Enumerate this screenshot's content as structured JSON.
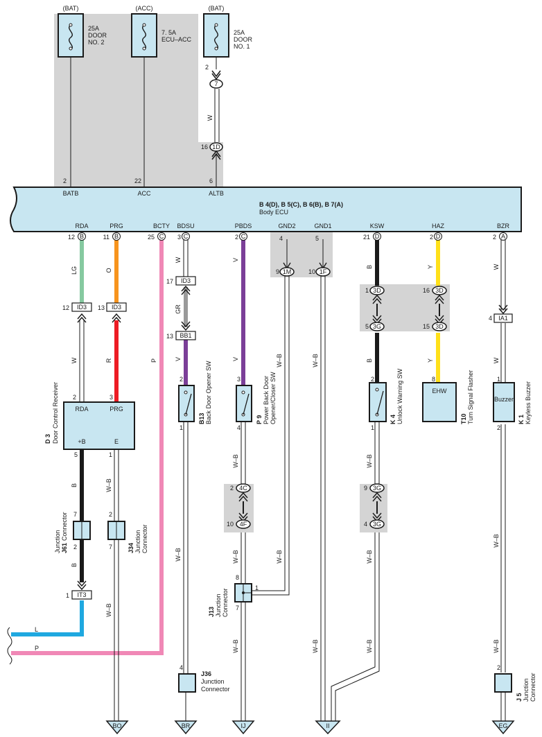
{
  "fuses": [
    {
      "supply": "(BAT)",
      "rating": "25A",
      "lines": [
        "DOOR",
        "NO. 2"
      ]
    },
    {
      "supply": "(ACC)",
      "rating": "7. 5A",
      "lines": [
        "ECU–ACC"
      ]
    },
    {
      "supply": "(BAT)",
      "rating": "25A",
      "lines": [
        "DOOR",
        "NO. 1"
      ]
    }
  ],
  "ecu": {
    "title": "B 4(D), B 5(C), B 6(B), B 7(A)",
    "name": "Body ECU",
    "top_terminals": [
      {
        "name": "BATB",
        "pin": "2"
      },
      {
        "name": "ACC",
        "pin": "22"
      },
      {
        "name": "ALTB",
        "pin": "6"
      }
    ],
    "bottom_terminals": [
      {
        "name": "RDA",
        "pin": "12",
        "conn": "B"
      },
      {
        "name": "PRG",
        "pin": "11",
        "conn": "B"
      },
      {
        "name": "BCTY",
        "pin": "25",
        "conn": "C"
      },
      {
        "name": "BDSU",
        "pin": "3",
        "conn": "C"
      },
      {
        "name": "PBDS",
        "pin": "2",
        "conn": "C"
      },
      {
        "name": "GND2",
        "pin": "4",
        "conn": ""
      },
      {
        "name": "GND1",
        "pin": "5",
        "conn": ""
      },
      {
        "name": "KSW",
        "pin": "21",
        "conn": "D"
      },
      {
        "name": "HAZ",
        "pin": "2",
        "conn": "D"
      },
      {
        "name": "BZR",
        "pin": "2",
        "conn": "A"
      }
    ]
  },
  "wire_colors": {
    "W": "W",
    "LG": "LG",
    "O": "O",
    "R": "R",
    "P": "P",
    "GR": "GR",
    "V": "V",
    "WB": "W–B",
    "B": "B",
    "Y": "Y",
    "L": "L"
  },
  "connectors": {
    "c7": "7",
    "c1D": "1D",
    "c1M": "1M",
    "c1F": "1F",
    "c3D": "3D",
    "c3G": "3G",
    "c4C": "4C",
    "c4F": "4F",
    "ID3": "ID3",
    "BB1": "BB1",
    "IA1": "IA1",
    "IT3": "IT3"
  },
  "pins": {
    "p1": "1",
    "p2": "2",
    "p3": "3",
    "p4": "4",
    "p5": "5",
    "p7": "7",
    "p8": "8",
    "p9": "9",
    "p10": "10",
    "p12": "12",
    "p13": "13",
    "p15": "15",
    "p16": "16",
    "p17": "17"
  },
  "components": {
    "d3": {
      "id": "D 3",
      "name": "Door Control Receiver",
      "t1": "RDA",
      "t2": "PRG",
      "t3": "+B",
      "t4": "E"
    },
    "b13": {
      "id": "B13",
      "name": "Back Door Opener SW"
    },
    "p9": {
      "id": "P 9",
      "name1": "Power Back Door",
      "name2": "Opener/Closer SW"
    },
    "k4": {
      "id": "K 4",
      "name": "Unlock Warning SW"
    },
    "t10": {
      "id": "T10",
      "name": "Turn Signal Flasher",
      "inner": "EHW"
    },
    "k1": {
      "id": "K 1",
      "name": "Keyless Buzzer",
      "inner": "Buzzer"
    },
    "j61": {
      "id": "J61",
      "l1": "Junction",
      "l2": "Connector"
    },
    "j34": {
      "id": "J34",
      "l1": "Junction",
      "l2": "Connector"
    },
    "j13": {
      "id": "J13",
      "l1": "Junction",
      "l2": "Connector"
    },
    "j36": {
      "id": "J36",
      "l1": "Junction",
      "l2": "Connector"
    },
    "j5": {
      "id": "J 5",
      "l1": "Junction",
      "l2": "Connector"
    }
  },
  "grounds": [
    "BO",
    "BR",
    "IJ",
    "II",
    "EG"
  ],
  "colors": {
    "panel": "#c8e6f1",
    "shade": "#d4d4d4",
    "LG": "#86c9a0",
    "O": "#f7941d",
    "R": "#ed1c24",
    "P": "#f088b6",
    "GR": "#9a9a9a",
    "V": "#7b3f98",
    "B": "#1a1a1a",
    "Y": "#ffe01a",
    "L": "#1fa8e0"
  }
}
